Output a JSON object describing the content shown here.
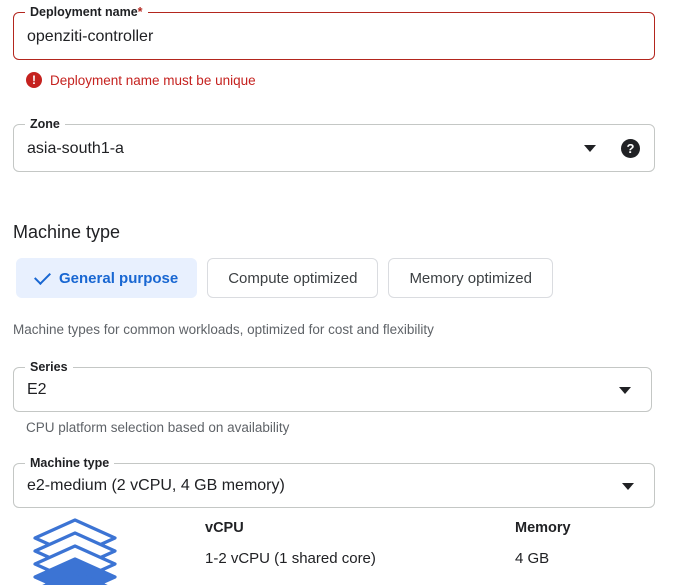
{
  "deployment_name": {
    "label": "Deployment name",
    "required_marker": "*",
    "value": "openziti-controller",
    "error_message": "Deployment name must be unique",
    "error_icon": "error-exclamation-icon",
    "error_color": "#c5221f"
  },
  "zone": {
    "label": "Zone",
    "value": "asia-south1-a",
    "dropdown_icon": "chevron-down-icon",
    "help_icon": "help-question-icon",
    "help_glyph": "?"
  },
  "machine_type_section": {
    "heading": "Machine type",
    "chips": [
      {
        "label": "General purpose",
        "selected": true
      },
      {
        "label": "Compute optimized",
        "selected": false
      },
      {
        "label": "Memory optimized",
        "selected": false
      }
    ],
    "chip_helper": "Machine types for common workloads, optimized for cost and flexibility",
    "selected_accent": "#1967d2",
    "selected_background": "#e8f0fe"
  },
  "series": {
    "label": "Series",
    "value": "E2",
    "dropdown_icon": "chevron-down-icon",
    "helper": "CPU platform selection based on availability"
  },
  "machine_type": {
    "label": "Machine type",
    "value": "e2-medium (2 vCPU, 4 GB memory)",
    "dropdown_icon": "chevron-down-icon"
  },
  "specs": {
    "icon": "stacked-layers-icon",
    "icon_color": "#3c74d4",
    "columns": [
      {
        "header": "vCPU",
        "value": "1-2 vCPU (1 shared core)"
      },
      {
        "header": "Memory",
        "value": "4 GB"
      }
    ]
  }
}
